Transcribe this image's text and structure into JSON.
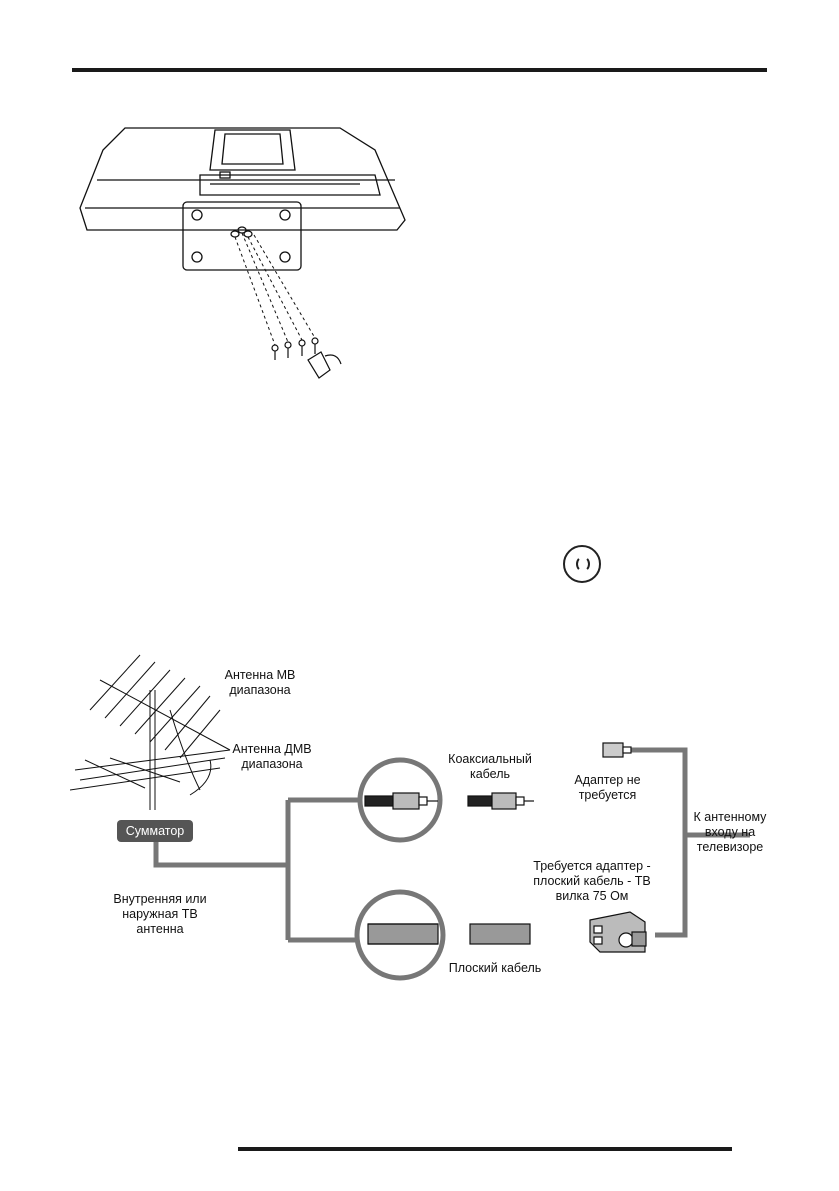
{
  "labels": {
    "vhf_antenna": "Антенна МВ диапазона",
    "uhf_antenna": "Антенна ДМВ диапазона",
    "combiner": "Сумматор",
    "indoor_outdoor_antenna": "Внутренняя или наружная ТВ антенна",
    "coaxial_cable": "Коаксиальный кабель",
    "flat_cable": "Плоский кабель",
    "no_adapter": "Адаптер не требуется",
    "adapter_required": "Требуется адаптер - плоский кабель - ТВ вилка 75 Ом",
    "to_antenna_input": "К антенному входу на телевизоре"
  },
  "icons": {
    "power": "power-icon"
  }
}
